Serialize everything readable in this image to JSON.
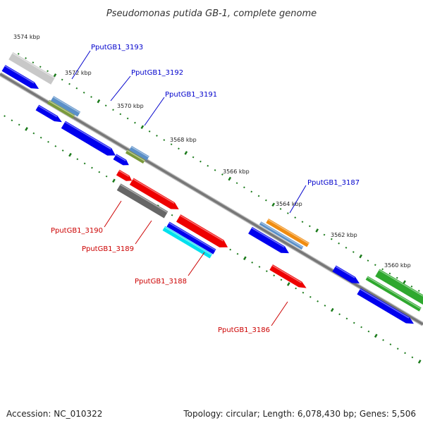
{
  "title": "Pseudomonas putida GB-1, complete genome",
  "accession": "Accession: NC_010322",
  "genome_info": "Topology: circular; Length: 6,078,430 bp; Genes: 5,506",
  "ticks": [
    "3574 kbp",
    "3572 kbp",
    "3570 kbp",
    "3568 kbp",
    "3566 kbp",
    "3564 kbp",
    "3562 kbp",
    "3560 kbp"
  ],
  "forward_labels": [
    "PputGB1_3193",
    "PputGB1_3192",
    "PputGB1_3191",
    "PputGB1_3187"
  ],
  "reverse_labels": [
    "PputGB1_3190",
    "PputGB1_3189",
    "PputGB1_3188",
    "PputGB1_3186"
  ],
  "colors": {
    "forward_label": "#0000cc",
    "reverse_label": "#cc0000",
    "backbone": "#777777",
    "tick": "#1a7a1a",
    "blue": "#0000ee",
    "red": "#ee0000",
    "gray": "#666666",
    "light_gray": "#c8c8c8",
    "steel_blue": "#5a8fc8",
    "olive": "#7a9a3a",
    "orange": "#f08c10",
    "cyan": "#00e0ee",
    "green": "#2ea82e"
  }
}
